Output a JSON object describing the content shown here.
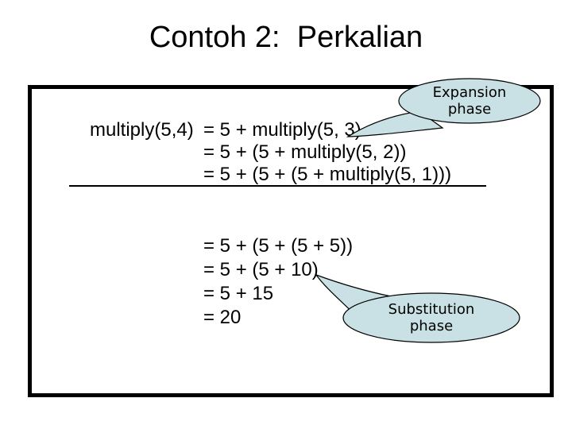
{
  "slide": {
    "title": "Contoh 2:  Perkalian",
    "box": {
      "call_label": "multiply(5,4)",
      "expansion_lines": [
        "= 5 + multiply(5, 3)",
        "= 5 + (5 + multiply(5, 2))",
        "= 5 + (5 + (5 + multiply(5, 1)))"
      ],
      "substitution_lines": [
        "= 5 + (5 + (5 + 5))",
        "= 5 + (5 + 10)",
        "= 5 + 15",
        "= 20"
      ]
    },
    "callouts": {
      "expansion": {
        "label": "Expansion\nphase"
      },
      "substitution": {
        "label": "Substitution\nphase"
      }
    },
    "colors": {
      "background": "#ffffff",
      "text": "#000000",
      "box_border": "#000000",
      "callout_fill": "#c9e1e4",
      "callout_stroke": "#000000"
    }
  }
}
